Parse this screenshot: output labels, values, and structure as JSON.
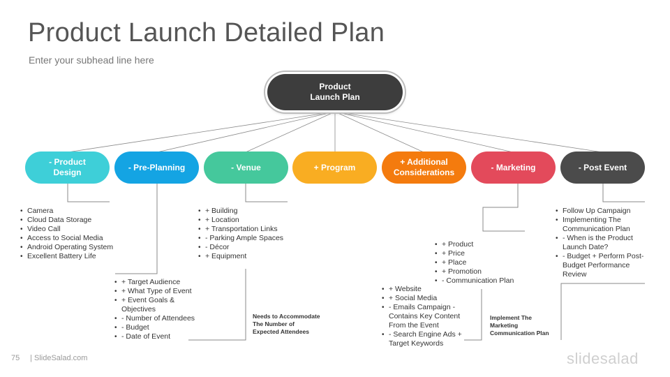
{
  "header": {
    "title": "Product Launch Detailed Plan",
    "subtitle": "Enter your subhead line here"
  },
  "root": {
    "label": "Product\nLaunch Plan",
    "color": "#3d3d3d"
  },
  "branches": [
    {
      "label": "- Product\nDesign",
      "color": "#3ecfd8",
      "items": [
        "Camera",
        "Cloud Data Storage",
        "Video Call",
        "Access to Social Media",
        "Android Operating System",
        "Excellent Battery Life"
      ]
    },
    {
      "label": "- Pre-Planning",
      "color": "#14a4e3",
      "items": [
        "+ Target Audience",
        "+ What Type of Event",
        "+ Event Goals & Objectives",
        "- Number of Attendees",
        "- Budget",
        "- Date of Event"
      ]
    },
    {
      "label": "- Venue",
      "color": "#45c89c",
      "items": [
        "+ Building",
        "+ Location",
        "+ Transportation Links",
        "- Parking Ample Spaces",
        "- Décor",
        "+ Equipment"
      ],
      "note": "Needs to Accommodate\nThe Number of\nExpected Attendees"
    },
    {
      "label": "+ Program",
      "color": "#f9ad22"
    },
    {
      "label": "+ Additional\nConsiderations",
      "color": "#f47b0e",
      "items": [
        "+ Website",
        "+ Social Media",
        "- Emails Campaign - Contains Key Content From the Event",
        "- Search Engine Ads + Target Keywords"
      ]
    },
    {
      "label": "- Marketing",
      "color": "#e34a5b",
      "items": [
        "+ Product",
        "+ Price",
        "+ Place",
        "+ Promotion",
        "- Communication Plan"
      ],
      "note": "Implement The\nMarketing\nCommunication Plan"
    },
    {
      "label": "- Post Event",
      "color": "#4b4b4b",
      "items": [
        "Follow Up Campaign",
        "Implementing The Communication Plan",
        "- When is the Product Launch Date?",
        "- Budget + Perform Post-Budget Performance Review"
      ]
    }
  ],
  "footer": {
    "page_number": "75",
    "separator": "|",
    "site": "SlideSalad.com",
    "brand": "slidesalad"
  }
}
